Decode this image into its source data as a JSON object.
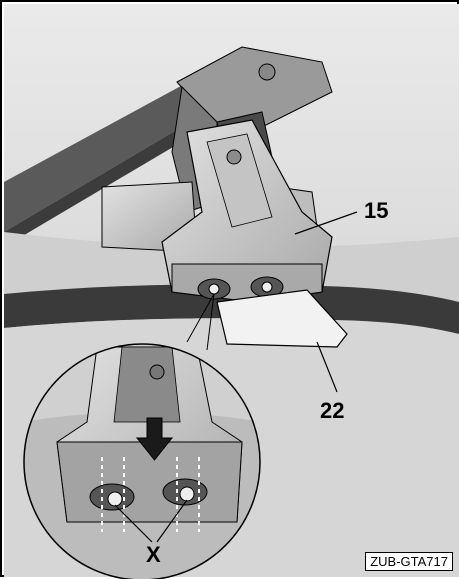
{
  "callouts": {
    "bracket": "15",
    "pad": "22",
    "detail": "X"
  },
  "reference_code": "ZUB-GTA717",
  "colors": {
    "background": "#ffffff",
    "part_light": "#d9d9d9",
    "part_mid": "#b3b3b3",
    "part_dark": "#6e6e6e",
    "roof_dark": "#3a3a3a",
    "line": "#000000"
  },
  "icons": {
    "push_direction": "arrow-down-icon"
  }
}
